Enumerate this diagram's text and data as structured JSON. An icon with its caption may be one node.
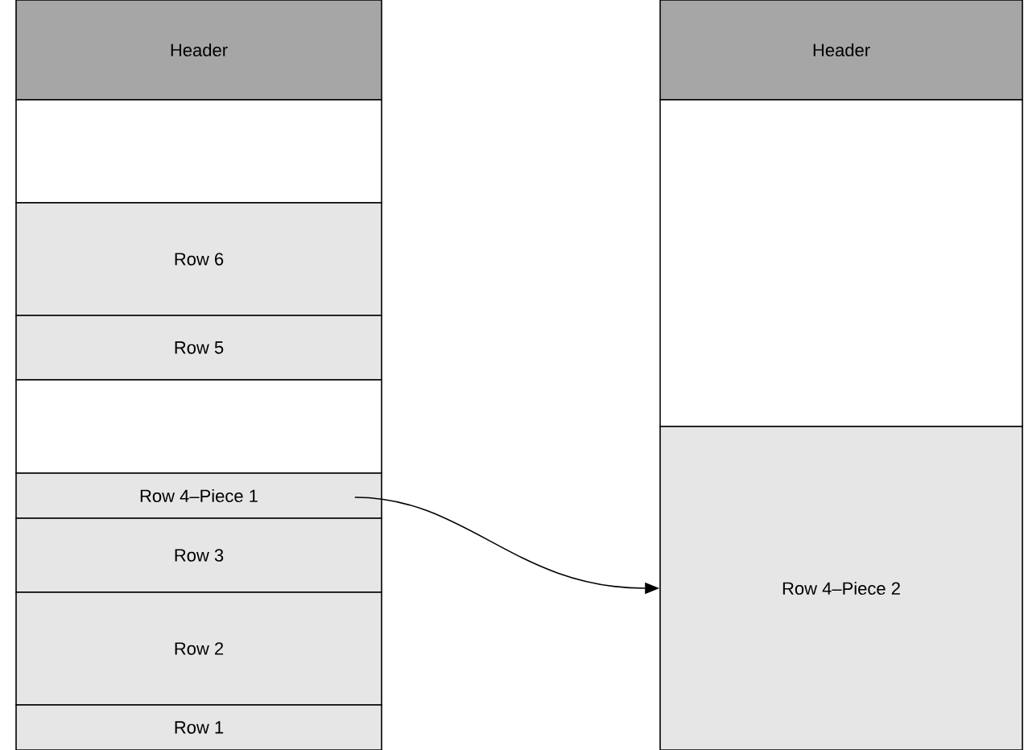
{
  "diagram": {
    "nodes": [
      {
        "text": [
          "Header"
        ]
      },
      {
        "text": [],
        "shape": "box"
      },
      {
        "text": [
          "Row 6"
        ]
      },
      {
        "text": [
          "Row 5"
        ]
      },
      {
        "text": [],
        "shape": "box"
      },
      {
        "text": [
          "Row 4–Piece 1"
        ]
      },
      {
        "text": [
          "Row 3"
        ]
      },
      {
        "text": [
          "Row 2"
        ]
      },
      {
        "text": [
          "Row 1"
        ]
      },
      {
        "text": [
          "Header"
        ]
      },
      {
        "text": [],
        "shape": "box"
      },
      {
        "text": [
          "Row 4–Piece 2"
        ]
      }
    ],
    "edges": [
      {
        "from": 5,
        "to": 11,
        "arrow": "to"
      }
    ]
  }
}
